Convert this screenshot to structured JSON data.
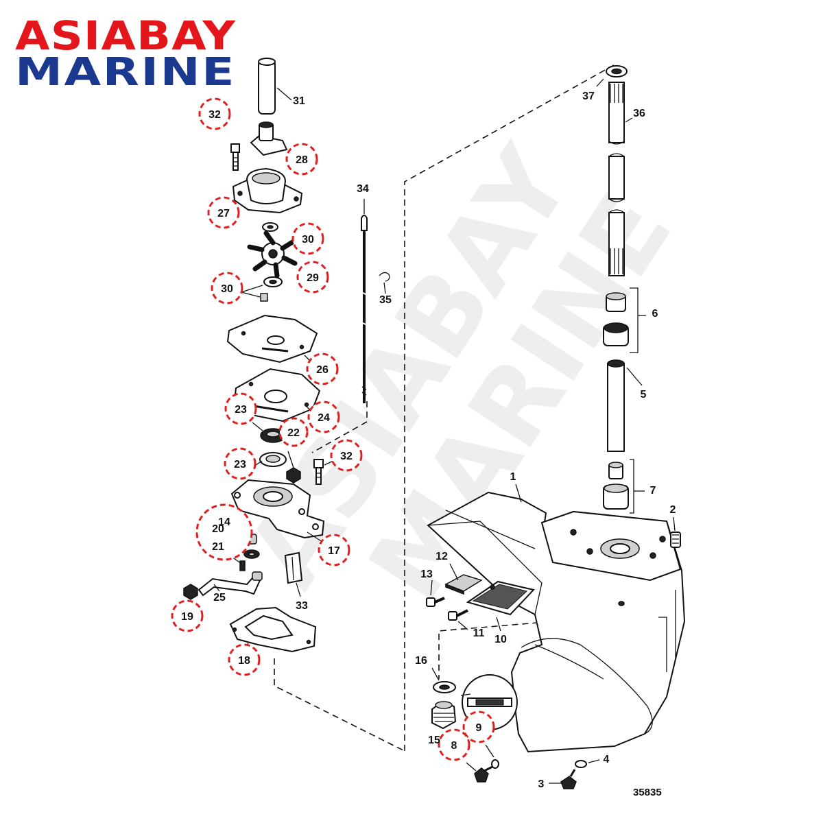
{
  "brand": {
    "line1": "ASIABAY",
    "line2": "MARINE",
    "line1_color": "#e3161b",
    "line2_color": "#1b3a8f"
  },
  "watermark": {
    "line1": "ASIABAY",
    "line2": "MARINE"
  },
  "diagram_number": "35835",
  "highlight_color": "#e02020",
  "highlighted_parts": [
    {
      "id": "32a",
      "label": "32"
    },
    {
      "id": "28",
      "label": "28"
    },
    {
      "id": "27",
      "label": "27"
    },
    {
      "id": "30a",
      "label": "30"
    },
    {
      "id": "29",
      "label": "29"
    },
    {
      "id": "30b",
      "label": "30"
    },
    {
      "id": "26",
      "label": "26"
    },
    {
      "id": "23a",
      "label": "23"
    },
    {
      "id": "24",
      "label": "24"
    },
    {
      "id": "22",
      "label": "22"
    },
    {
      "id": "23b",
      "label": "23"
    },
    {
      "id": "32b",
      "label": "32"
    },
    {
      "id": "group",
      "label": "14"
    },
    {
      "id": "group20",
      "label": "20"
    },
    {
      "id": "group21",
      "label": "21"
    },
    {
      "id": "17",
      "label": "17"
    },
    {
      "id": "19",
      "label": "19"
    },
    {
      "id": "18",
      "label": "18"
    },
    {
      "id": "9",
      "label": "9"
    },
    {
      "id": "8",
      "label": "8"
    }
  ],
  "plain_parts": [
    {
      "id": "31",
      "label": "31"
    },
    {
      "id": "34",
      "label": "34"
    },
    {
      "id": "35",
      "label": "35"
    },
    {
      "id": "25",
      "label": "25"
    },
    {
      "id": "33",
      "label": "33"
    },
    {
      "id": "37",
      "label": "37"
    },
    {
      "id": "36",
      "label": "36"
    },
    {
      "id": "6",
      "label": "6"
    },
    {
      "id": "5",
      "label": "5"
    },
    {
      "id": "7",
      "label": "7"
    },
    {
      "id": "1",
      "label": "1"
    },
    {
      "id": "2",
      "label": "2"
    },
    {
      "id": "12",
      "label": "12"
    },
    {
      "id": "13",
      "label": "13"
    },
    {
      "id": "11",
      "label": "11"
    },
    {
      "id": "10",
      "label": "10"
    },
    {
      "id": "16",
      "label": "16"
    },
    {
      "id": "15",
      "label": "15"
    },
    {
      "id": "4",
      "label": "4"
    },
    {
      "id": "3",
      "label": "3"
    }
  ]
}
